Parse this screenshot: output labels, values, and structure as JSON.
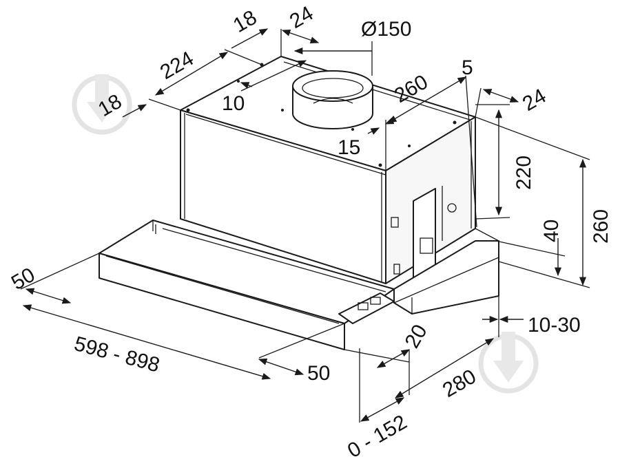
{
  "labels": {
    "d_18_top": "18",
    "d_24_top": "24",
    "d_150": "Ø150",
    "d_224": "224",
    "d_18_left": "18",
    "d_10": "10",
    "d_260_top": "260",
    "d_5": "5",
    "d_24_right": "24",
    "d_15": "15",
    "d_220": "220",
    "d_260_right": "260",
    "d_40": "40",
    "d_50_left": "50",
    "d_598_898": "598 - 898",
    "d_10_30": "10-30",
    "d_20": "20",
    "d_50_mid": "50",
    "d_280": "280",
    "d_0_152": "0 - 152"
  },
  "colors": {
    "line": "#1a1a1a",
    "watermark": "#e4e4e4"
  },
  "icons": {
    "watermark_left": "download-arrow-circle-icon",
    "watermark_right": "download-arrow-circle-icon"
  }
}
